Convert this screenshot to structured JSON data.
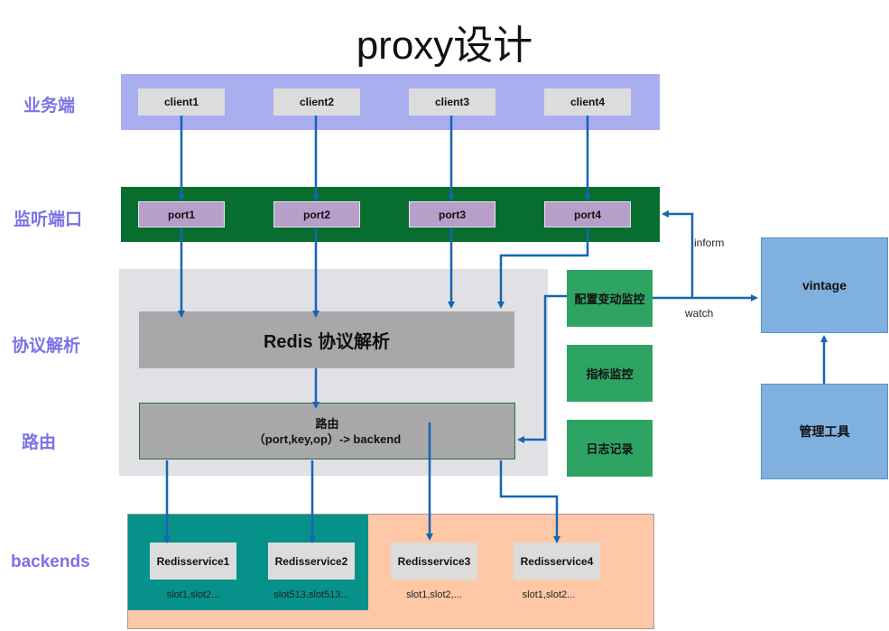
{
  "title": "proxy设计",
  "layers": {
    "business": "业务端",
    "listen_ports": "监听端口",
    "protocol_parsing": "协议解析",
    "routing": "路由",
    "backends": "backends"
  },
  "clients": [
    "client1",
    "client2",
    "client3",
    "client4"
  ],
  "ports": [
    "port1",
    "port2",
    "port3",
    "port4"
  ],
  "parser": {
    "label": "Redis 协议解析"
  },
  "router": {
    "title": "路由",
    "rule": "（port,key,op）-> backend"
  },
  "side_modules": [
    "配置变动监控",
    "指标监控",
    "日志记录"
  ],
  "external": {
    "vintage": "vintage",
    "admin_tool": "管理工具"
  },
  "connection_labels": {
    "inform": "inform",
    "watch": "watch"
  },
  "backends": [
    {
      "name": "Redisservice1",
      "slots": "slot1,slot2..."
    },
    {
      "name": "Redisservice2",
      "slots": "slot513.slot513..."
    },
    {
      "name": "Redisservice3",
      "slots": "slot1,slot2,..."
    },
    {
      "name": "Redisservice4",
      "slots": "slot1,slot2..."
    }
  ],
  "colors": {
    "layer_label": "#7b72e6",
    "clients_band": "#a9aeef",
    "ports_band": "#076e2f",
    "port_box": "#b89fca",
    "core_band": "#e1e1e5",
    "module_gray": "#a8a7aa",
    "side_module": "#2ea464",
    "external_blue": "#7fb0de",
    "backend_peach": "#fec8a6",
    "backend_teal": "#07918b",
    "wire": "#1565b5"
  }
}
